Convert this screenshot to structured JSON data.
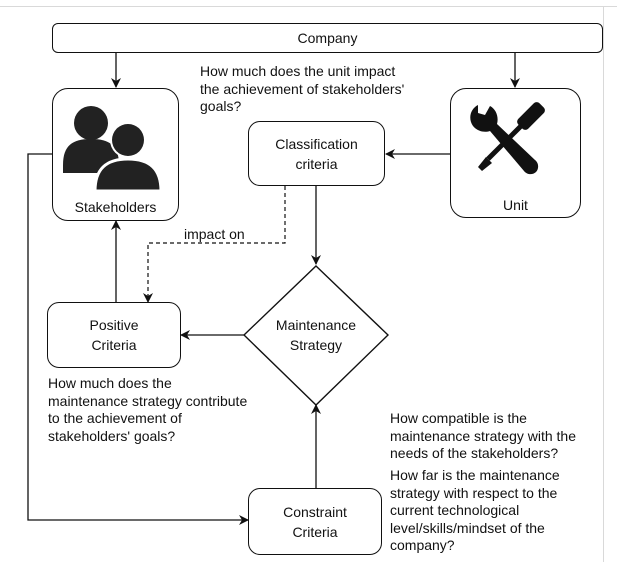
{
  "nodes": {
    "company": "Company",
    "stakeholders": "Stakeholders",
    "unit": "Unit",
    "classification": [
      "Classification",
      "criteria"
    ],
    "maintenance": [
      "Maintenance",
      "Strategy"
    ],
    "positive": [
      "Positive",
      "Criteria"
    ],
    "constraint": [
      "Constraint",
      "Criteria"
    ]
  },
  "edge_labels": {
    "impact_on": "impact on"
  },
  "annotations": {
    "unit_impact": [
      "How much does the unit impact",
      "the achievement of stakeholders'",
      "goals?"
    ],
    "strategy_contribute": [
      "How much does the",
      "maintenance strategy contribute",
      "to the achievement of",
      "stakeholders' goals?"
    ],
    "compatible": [
      "How compatible is the",
      "maintenance strategy with the",
      "needs of the stakeholders?"
    ],
    "how_far": [
      "How far is the maintenance",
      "strategy with respect to the",
      "current technological",
      "level/skills/mindset of the",
      "company?"
    ]
  },
  "icons": {
    "stakeholders": "people-group-icon",
    "unit": "wrench-screwdriver-icon"
  }
}
